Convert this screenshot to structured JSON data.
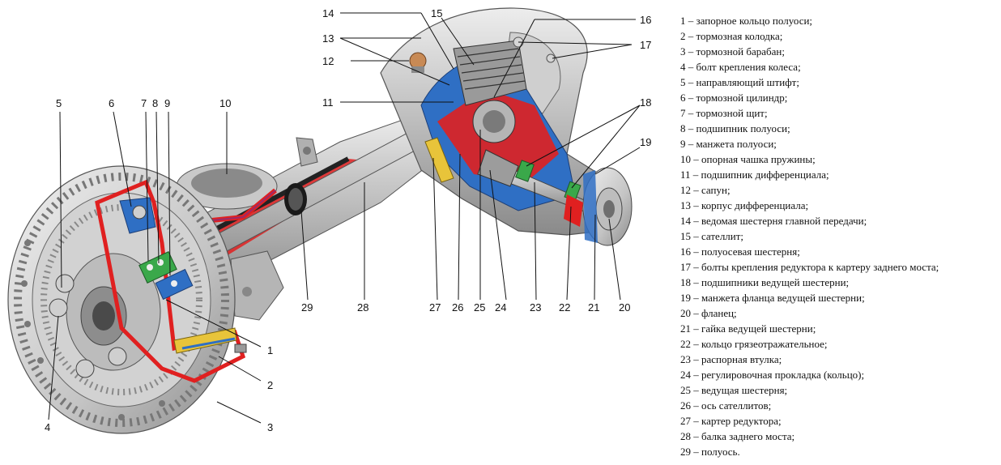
{
  "legend": [
    "1 – запорное кольцо полуоси;",
    "2 – тормозная колодка;",
    "3 – тормозной барабан;",
    "4 – болт крепления колеса;",
    "5 – направляющий штифт;",
    "6 – тормозной цилиндр;",
    "7 – тормозной щит;",
    "8 – подшипник полуоси;",
    "9 – манжета полуоси;",
    "10 – опорная чашка пружины;",
    "11 – подшипник дифференциала;",
    "12 – сапун;",
    "13 – корпус дифференциала;",
    "14 – ведомая шестерня главной передачи;",
    "15 – сателлит;",
    "16 – полуосевая шестерня;",
    "17 – болты крепления редуктора к картеру заднего моста;",
    "18 – подшипники ведущей шестерни;",
    "19 – манжета фланца ведущей шестерни;",
    "20 – фланец;",
    "21 – гайка ведущей шестерни;",
    "22 – кольцо грязеотражательное;",
    "23 – распорная втулка;",
    "24 – регулировочная прокладка (кольцо);",
    "25 – ведущая шестерня;",
    "26 – ось сателлитов;",
    "27 – картер редуктора;",
    "28 – балка заднего моста;",
    "29 – полуось."
  ],
  "callouts": {
    "n1": "1",
    "n2": "2",
    "n3": "3",
    "n4": "4",
    "n5": "5",
    "n6": "6",
    "n7": "7",
    "n8": "8",
    "n9": "9",
    "n10": "10",
    "n11": "11",
    "n12": "12",
    "n13": "13",
    "n14": "14",
    "n15": "15",
    "n16": "16",
    "n17": "17",
    "n18": "18",
    "n19": "19",
    "n20": "20",
    "n21": "21",
    "n22": "22",
    "n23": "23",
    "n24": "24",
    "n25": "25",
    "n26": "26",
    "n27": "27",
    "n28": "28",
    "n29": "29"
  },
  "colors": {
    "metal_light": "#d9d9d9",
    "metal_mid": "#a6a6a6",
    "metal_dark": "#6e6e6e",
    "section_red": "#e02020",
    "section_blue": "#2f6fc4",
    "bearing_green": "#3aa84a",
    "bearing_yellow": "#e8c43a"
  }
}
